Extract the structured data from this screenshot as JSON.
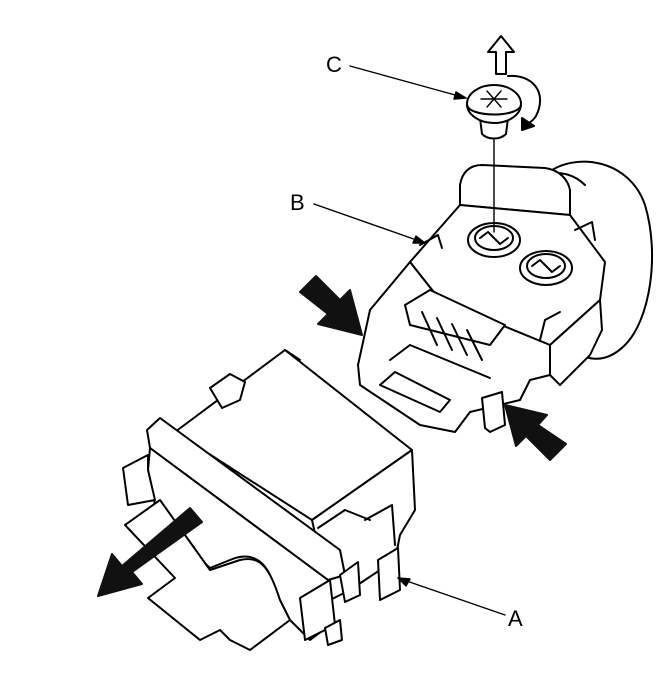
{
  "callouts": {
    "a": "A",
    "b": "B",
    "c": "C"
  },
  "colors": {
    "line": "#000000",
    "fill": "#ffffff",
    "arrow": "#111111"
  }
}
